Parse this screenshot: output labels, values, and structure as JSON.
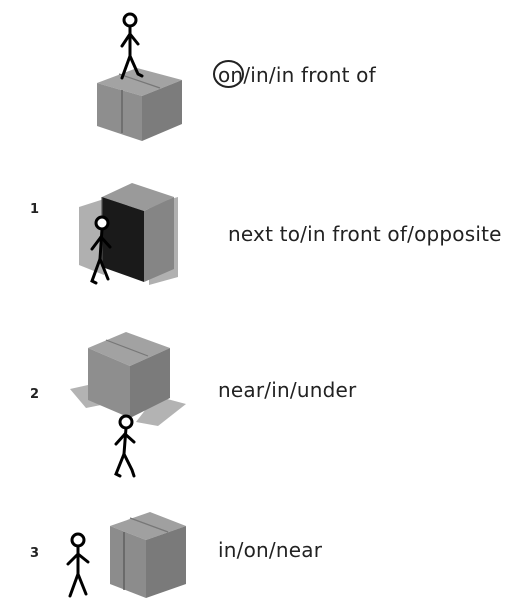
{
  "items": [
    {
      "number": "",
      "options": [
        "on",
        "in",
        "in front of"
      ],
      "circled": "on",
      "separator": "/"
    },
    {
      "number": "1",
      "options": [
        "next to",
        "in front of",
        "opposite"
      ],
      "circled": null,
      "separator": "/"
    },
    {
      "number": "2",
      "options": [
        "near",
        "in",
        "under"
      ],
      "circled": null,
      "separator": "/"
    },
    {
      "number": "3",
      "options": [
        "in",
        "on",
        "near"
      ],
      "circled": null,
      "separator": "/"
    }
  ],
  "colors": {
    "box_top": "#9e9e9e",
    "box_left": "#8a8a8a",
    "box_right": "#7a7a7a",
    "box_flap": "#b5b5b5",
    "inside": "#1a1a1a",
    "ink": "#000000"
  }
}
